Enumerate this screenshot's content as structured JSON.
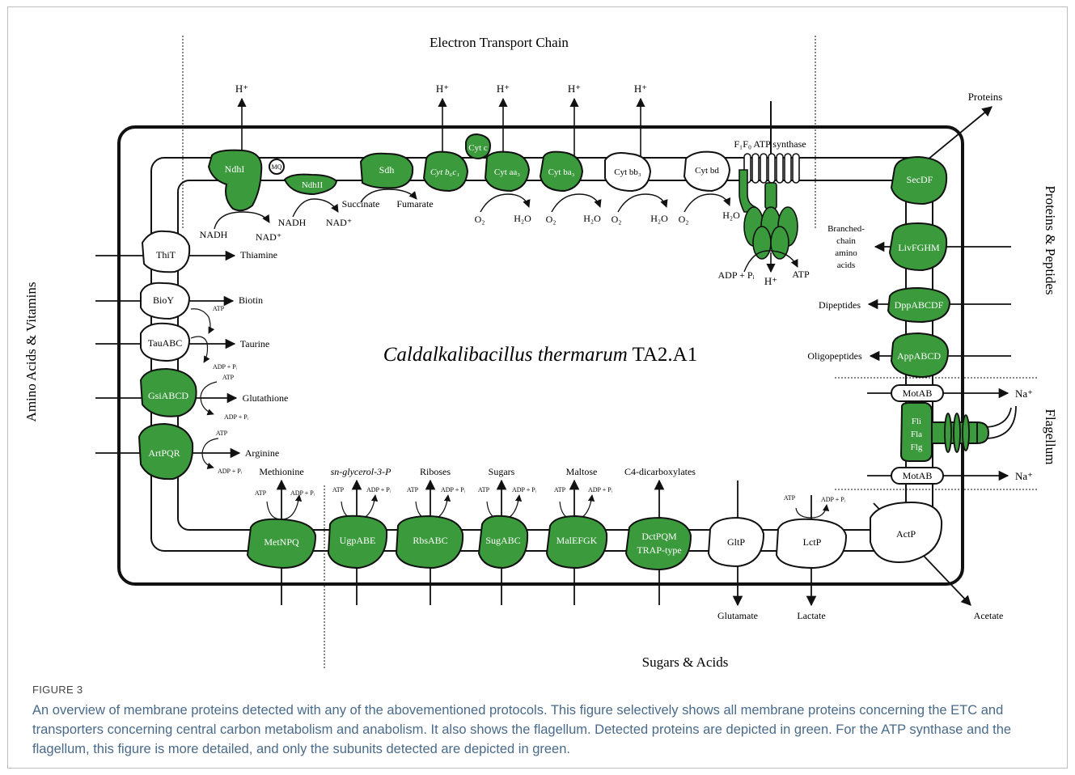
{
  "sections": {
    "top": "Electron Transport Chain",
    "left": "Amino Acids & Vitamins",
    "right_top": "Proteins & Peptides",
    "right_bottom": "Flagellum",
    "bottom": "Sugars & Acids"
  },
  "organism": {
    "italic": "Caldalkalibacillus thermarum",
    "strain": " TA2.A1"
  },
  "colors": {
    "detected": "#3a9a3c",
    "undetected": "#ffffff",
    "stroke": "#111111"
  },
  "etc": {
    "hplus": "H⁺",
    "ndhI": "NdhI",
    "mq": "MQ",
    "ndhII": "NdhII",
    "sdh": "Sdh",
    "cytb6c1": "Cyt b₆c₁",
    "cytc": "Cyt c",
    "cytaa3": "Cyt aa₃",
    "cytba3": "Cyt ba₃",
    "cytbb3": "Cyt bb₃",
    "cytbd": "Cyt bd",
    "atpsynthase": "F₁F₀ ATP synthase",
    "nadh": "NADH",
    "nadplus": "NAD⁺",
    "succinate": "Succinate",
    "fumarate": "Fumarate",
    "o2": "O₂",
    "h2o": "H₂O",
    "adp_pi": "ADP + Pᵢ",
    "atp": "ATP"
  },
  "left_transporters": [
    {
      "name": "ThiT",
      "product": "Thiamine"
    },
    {
      "name": "BioY",
      "product": "Biotin"
    },
    {
      "name": "TauABC",
      "product": "Taurine"
    },
    {
      "name": "GsiABCD",
      "product": "Glutathione"
    },
    {
      "name": "ArtPQR",
      "product": "Arginine"
    }
  ],
  "right_transporters": [
    {
      "name": "SecDF",
      "product": "Proteins"
    },
    {
      "name": "LivFGHM",
      "product": "Branched-chain amino acids"
    },
    {
      "name": "DppABCDF",
      "product": "Dipeptides"
    },
    {
      "name": "AppABCD",
      "product": "Oligopeptides"
    }
  ],
  "branched_lines": [
    "Branched-",
    "chain",
    "amino",
    "acids"
  ],
  "flagellum": {
    "motab": "MotAB",
    "na": "Na⁺",
    "fli": "Fli",
    "fla": "Fla",
    "flg": "Flg"
  },
  "bottom_transporters": [
    {
      "name": "MetNPQ",
      "product": "Methionine"
    },
    {
      "name": "UgpABE",
      "product": "sn-glycerol-3-P"
    },
    {
      "name": "RbsABC",
      "product": "Riboses"
    },
    {
      "name": "SugABC",
      "product": "Sugars"
    },
    {
      "name": "MalEFGK",
      "product": "Maltose"
    },
    {
      "name": "DctPQM",
      "name2": "TRAP-type",
      "product": "C4-dicarboxylates"
    },
    {
      "name": "GltP",
      "product": "Glutamate"
    },
    {
      "name": "LctP",
      "product": "Lactate"
    },
    {
      "name": "ActP",
      "product": "Acetate"
    }
  ],
  "caption": {
    "label": "FIGURE 3",
    "text": "An overview of membrane proteins detected with any of the abovementioned protocols. This figure selectively shows all membrane proteins concerning the ETC and transporters concerning central carbon metabolism and anabolism. It also shows the flagellum. Detected proteins are depicted in green. For the ATP synthase and the flagellum, this figure is more detailed, and only the subunits detected are depicted in green."
  }
}
